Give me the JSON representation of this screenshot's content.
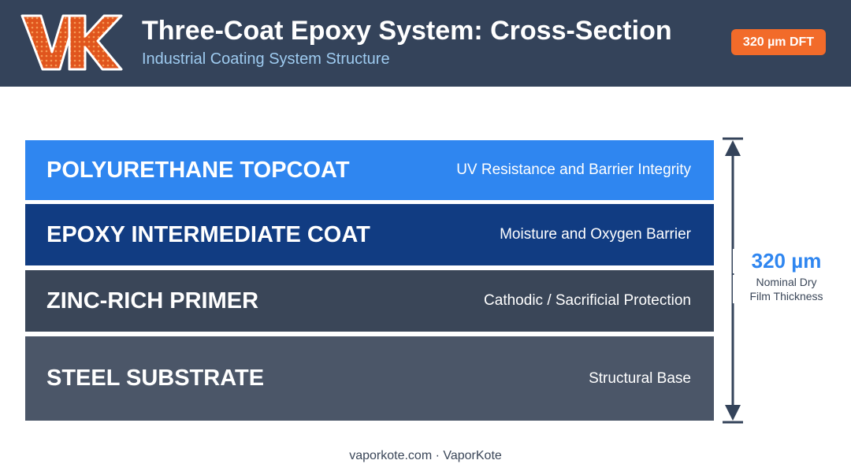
{
  "header": {
    "logo_text": "VK",
    "title": "Three-Coat Epoxy System: Cross-Section",
    "subtitle": "Industrial Coating System Structure",
    "badge": "320 µm DFT"
  },
  "layers": [
    {
      "name": "POLYURETHANE TOPCOAT",
      "description": "UV Resistance and Barrier Integrity",
      "color": "#2f86f0"
    },
    {
      "name": "EPOXY INTERMEDIATE COAT",
      "description": "Moisture and Oxygen Barrier",
      "color": "#113c82"
    },
    {
      "name": "ZINC-RICH PRIMER",
      "description": "Cathodic / Sacrificial Protection",
      "color": "#3a4658"
    },
    {
      "name": "STEEL SUBSTRATE",
      "description": "Structural Base",
      "color": "#4b5668"
    }
  ],
  "dimension": {
    "value": "320 µm",
    "label_line1": "Nominal Dry",
    "label_line2": "Film Thickness"
  },
  "footer": "vaporkote.com · VaporKote",
  "colors": {
    "header_bg": "#34435a",
    "accent_orange": "#f26b2a",
    "accent_blue": "#2f86f0",
    "subtitle": "#9ecbf0"
  }
}
